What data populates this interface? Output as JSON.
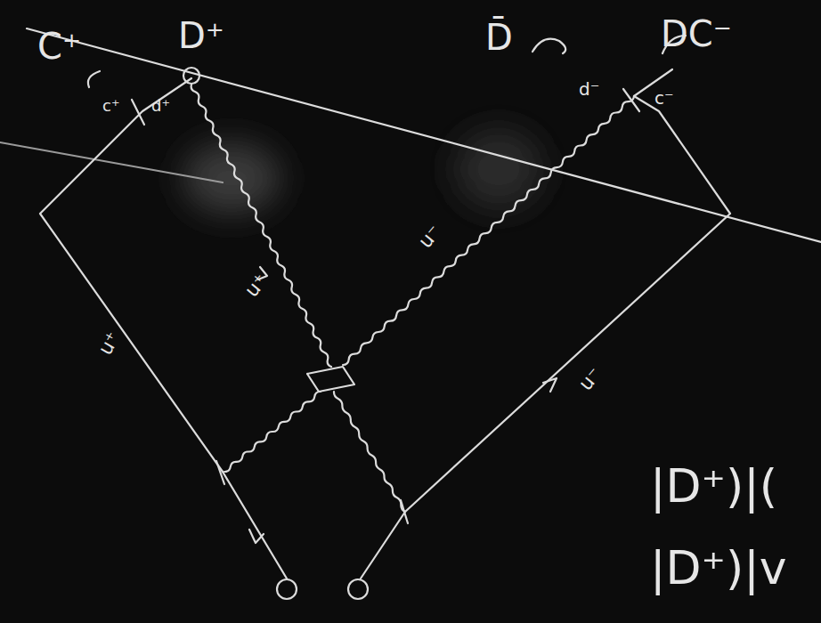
{
  "diagram": {
    "labels": [
      "C⁺",
      "D⁺",
      "D̄",
      "DC⁻",
      "c⁺",
      "d⁺",
      "d⁻",
      "c⁻",
      "u⁺",
      "u⁺",
      "u⁻",
      "u⁻",
      "|D⁺)|(",
      "|D⁺)|v"
    ]
  }
}
